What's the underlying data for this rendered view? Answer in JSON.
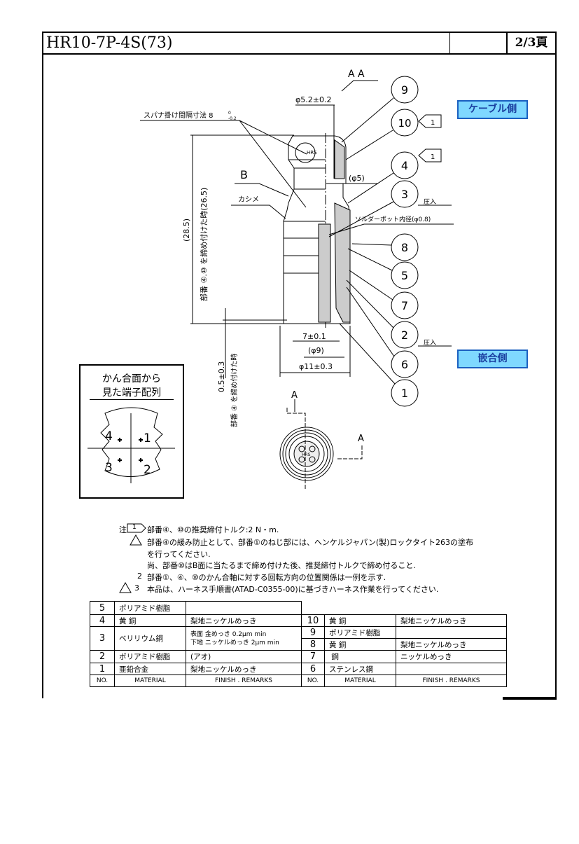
{
  "header": {
    "title": "HR10-7P-4S(73)",
    "page": "2/3頁"
  },
  "labels": {
    "cable_side": "ケーブル側",
    "mating_side": "嵌合側"
  },
  "drawing": {
    "section": "A  A",
    "dia_5_2": "φ5.2±0.2",
    "spanner": "スパナ掛け間隔寸法 8",
    "spanner_tol_top": "0",
    "spanner_tol_bottom": "-0.2",
    "b_label": "B",
    "kashime": "カシメ",
    "dia_5": "(φ5)",
    "press_fit": "圧入",
    "solder_pot": "ソルダーポット内径(φ0.8)",
    "dim_28_5": "(28.5)",
    "dim_26_5": "部番 ④.⑩ を締め付けた時(26.5)",
    "dim_0_5": "0.5±0.3",
    "dim_0_5_note": "部番 ④ を締め付けた時",
    "dim_7": "7±0.1",
    "dim_9": "(φ9)",
    "dim_11": "φ11±0.3",
    "a_mark": "A",
    "hrs": "HRS",
    "flag": "1",
    "balloons": [
      "9",
      "10",
      "4",
      "3",
      "8",
      "5",
      "7",
      "2",
      "6",
      "1"
    ]
  },
  "pin_diagram": {
    "title1": "かん合面から",
    "title2": "見た端子配列",
    "pins": [
      "4",
      "1",
      "3",
      "2"
    ]
  },
  "notes": [
    {
      "mark": "注",
      "flag": "1",
      "text": "部番④、⑩の推奨締付トルク:2 N・m."
    },
    {
      "mark": "⚠",
      "text": "部番④の緩み防止として、部番①のねじ部には、ヘンケルジャパン(製)ロックタイト263の塗布"
    },
    {
      "text": "を行ってください."
    },
    {
      "text": "尚、部番⑩はB面に当たるまで締め付けた後、推奨締付トルクで締め付ること."
    },
    {
      "mark": "2",
      "text": "部番①、④、⑩のかん合軸に対する回転方向の位置関係は一例を示す."
    },
    {
      "mark": "⚠3",
      "text": "本品は、ハーネス手順書(ATAD-C0355-00)に基づきハーネス作業を行ってください."
    }
  ],
  "parts_table": {
    "headers": {
      "no": "NO.",
      "material": "MATERIAL",
      "finish": "FINISH . REMARKS"
    },
    "left": [
      {
        "no": "5",
        "material": "ポリアミド樹脂",
        "finish": ""
      },
      {
        "no": "4",
        "material": "黄 銅",
        "finish": "梨地ニッケルめっき"
      },
      {
        "no": "3",
        "material": "ベリリウム銅",
        "finish": "表面 金めっき 0.2μm min",
        "finish2": "下地 ニッケルめっき 2μm min"
      },
      {
        "no": "2",
        "material": "ポリアミド樹脂",
        "finish": "(アオ)"
      },
      {
        "no": "1",
        "material": "亜鉛合金",
        "finish": "梨地ニッケルめっき"
      }
    ],
    "right": [
      {
        "no": "10",
        "material": "黄 銅",
        "finish": "梨地ニッケルめっき"
      },
      {
        "no": "9",
        "material": "ポリアミド樹脂",
        "finish": ""
      },
      {
        "no": "8",
        "material": "黄 銅",
        "finish": "梨地ニッケルめっき"
      },
      {
        "no": "7",
        "material": " 鋼",
        "finish": "ニッケルめっき"
      },
      {
        "no": "6",
        "material": "ステンレス鋼",
        "finish": ""
      }
    ]
  }
}
